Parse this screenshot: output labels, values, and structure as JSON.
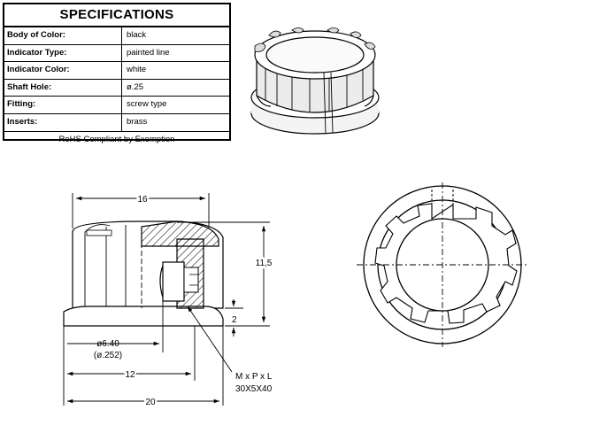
{
  "spec_table": {
    "title": "SPECIFICATIONS",
    "rows": [
      {
        "label": "Body of Color:",
        "value": "black"
      },
      {
        "label": "Indicator Type:",
        "value": "painted line"
      },
      {
        "label": "Indicator Color:",
        "value": "white"
      },
      {
        "label": "Shaft Hole:",
        "value": "ø.25"
      },
      {
        "label": "Fitting:",
        "value": "screw type"
      },
      {
        "label": "Inserts:",
        "value": "brass"
      }
    ],
    "footer": "RoHS Compliant by Exemption"
  },
  "dimensions": {
    "width_top": "16",
    "height": "11,5",
    "skirt": "2",
    "hole_mm": "ø6.40",
    "hole_in": "(ø.252)",
    "width_mid": "12",
    "width_bottom": "20",
    "screw_label": "M x P x L",
    "screw_value": "30X5X40"
  }
}
